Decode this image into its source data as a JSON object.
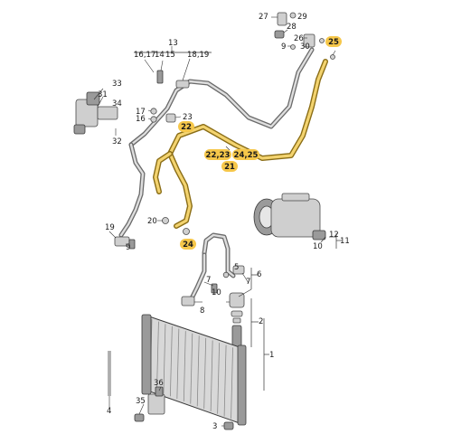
{
  "labels": {
    "l1": "1",
    "l2": "2",
    "l3": "3",
    "l4": "4",
    "l5": "5",
    "l6": "6",
    "l7a": "7",
    "l7b": "7",
    "l8": "8",
    "l9": "9",
    "l10": "10",
    "l11": "11",
    "l12": "12",
    "l13": "13",
    "l16_17_14": "16,17",
    "l14": "14",
    "l15": "15",
    "l18_19": "18,19",
    "l16": "16",
    "l17": "17",
    "l19": "19",
    "l20": "20",
    "l23": "23",
    "l26": "26",
    "l27": "27",
    "l28": "28",
    "l29": "29",
    "l30": "30",
    "l31": "31",
    "l32": "32",
    "l33": "33",
    "l34": "34",
    "l35": "35",
    "l36": "36"
  },
  "highlighted": {
    "h22": "22",
    "h22_23": "22,23",
    "h24_25": "24,25",
    "h21": "21",
    "h24": "24",
    "h25": "25"
  },
  "colors": {
    "highlight": "#f6c74a",
    "pipe": "#6b6b6b"
  }
}
